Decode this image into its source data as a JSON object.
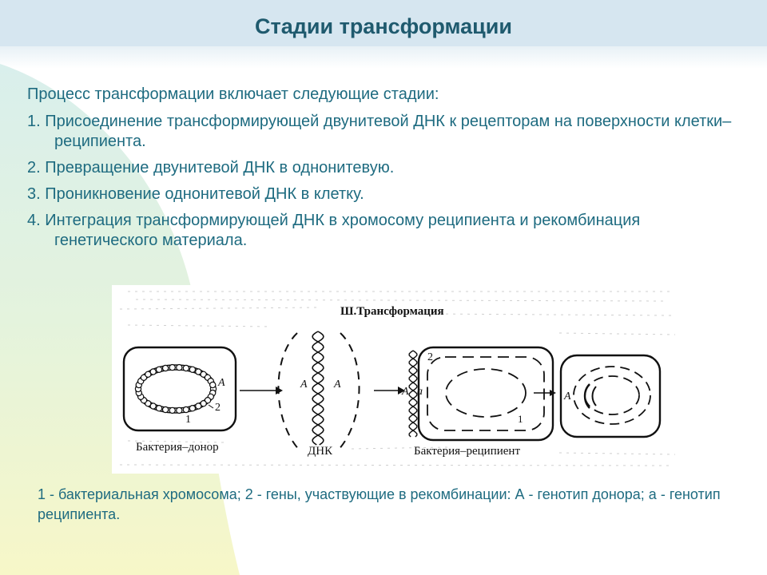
{
  "slide": {
    "title": "Стадии трансформации",
    "intro": "Процесс трансформации включает следующие стадии:",
    "steps": [
      "1. Присоединение трансформирующей двунитевой ДНК к рецепторам на поверхности клетки–реципиента.",
      "2. Превращение двунитевой ДНК в однонитевую.",
      "3. Проникновение однонитевой ДНК в клетку.",
      "4. Интеграция трансформирующей ДНК в хромосому реципиента и рекомбинация генетического материала."
    ],
    "caption": "1 - бактериальная хромосома; 2 - гены, участвующие в рекомбинации: А - генотип донора; а - генотип реципиента."
  },
  "figure": {
    "heading": "Ш.Трансформация",
    "labels": {
      "donor": "Бактерия–донор",
      "dna": "ДНК",
      "recipient": "Бактерия–реципиент",
      "gene_A": "A",
      "gene_a": "a",
      "num_1": "1",
      "num_2": "2"
    }
  },
  "colors": {
    "title": "#1f5a6e",
    "text": "#1e6b80",
    "title_band": "#d6e6f0"
  }
}
